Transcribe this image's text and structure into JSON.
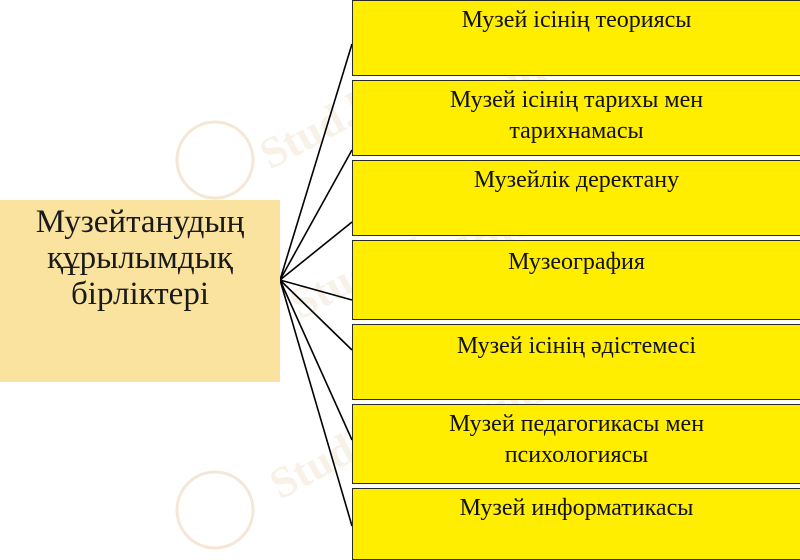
{
  "diagram": {
    "central": {
      "lines": [
        "Музейтанудың",
        "құрылымдық",
        "бірліктері"
      ]
    },
    "branches": [
      {
        "lines": [
          "Музей ісінің теориясы"
        ]
      },
      {
        "lines": [
          "Музей ісінің тарихы мен",
          "тарихнамасы"
        ]
      },
      {
        "lines": [
          "Музейлік деректану"
        ]
      },
      {
        "lines": [
          "Музеография"
        ]
      },
      {
        "lines": [
          "Музей ісінің әдістемесі"
        ]
      },
      {
        "lines": [
          "Музей педагогикасы мен",
          "психологиясы"
        ]
      },
      {
        "lines": [
          "Музей информатикасы"
        ]
      }
    ],
    "colors": {
      "central_fill": "#f9e39f",
      "branch_fill": "#ffee00",
      "connector": "#000000"
    },
    "watermark": {
      "text": "Stud.kz",
      "color": "#f3e2c6"
    }
  }
}
